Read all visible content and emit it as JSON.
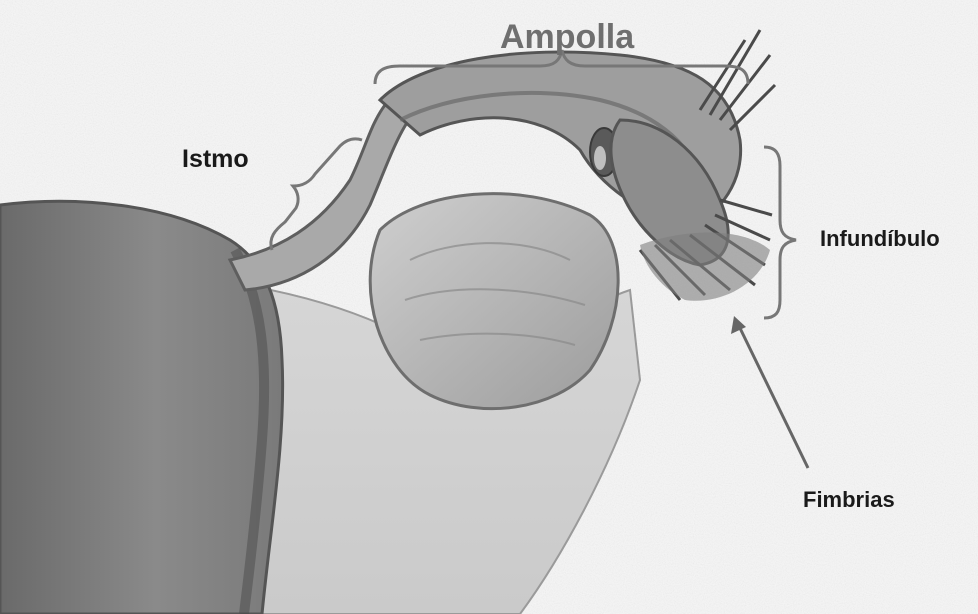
{
  "labels": {
    "ampolla": "Ampolla",
    "istmo": "Istmo",
    "infundibulo": "Infundíbulo",
    "fimbrias": "Fimbrias"
  },
  "colors": {
    "background": "#ffffff",
    "label_dark": "#1a1a1a",
    "label_ampolla": "#6f6f6f",
    "bracket": "#777777",
    "arrow": "#666666"
  }
}
